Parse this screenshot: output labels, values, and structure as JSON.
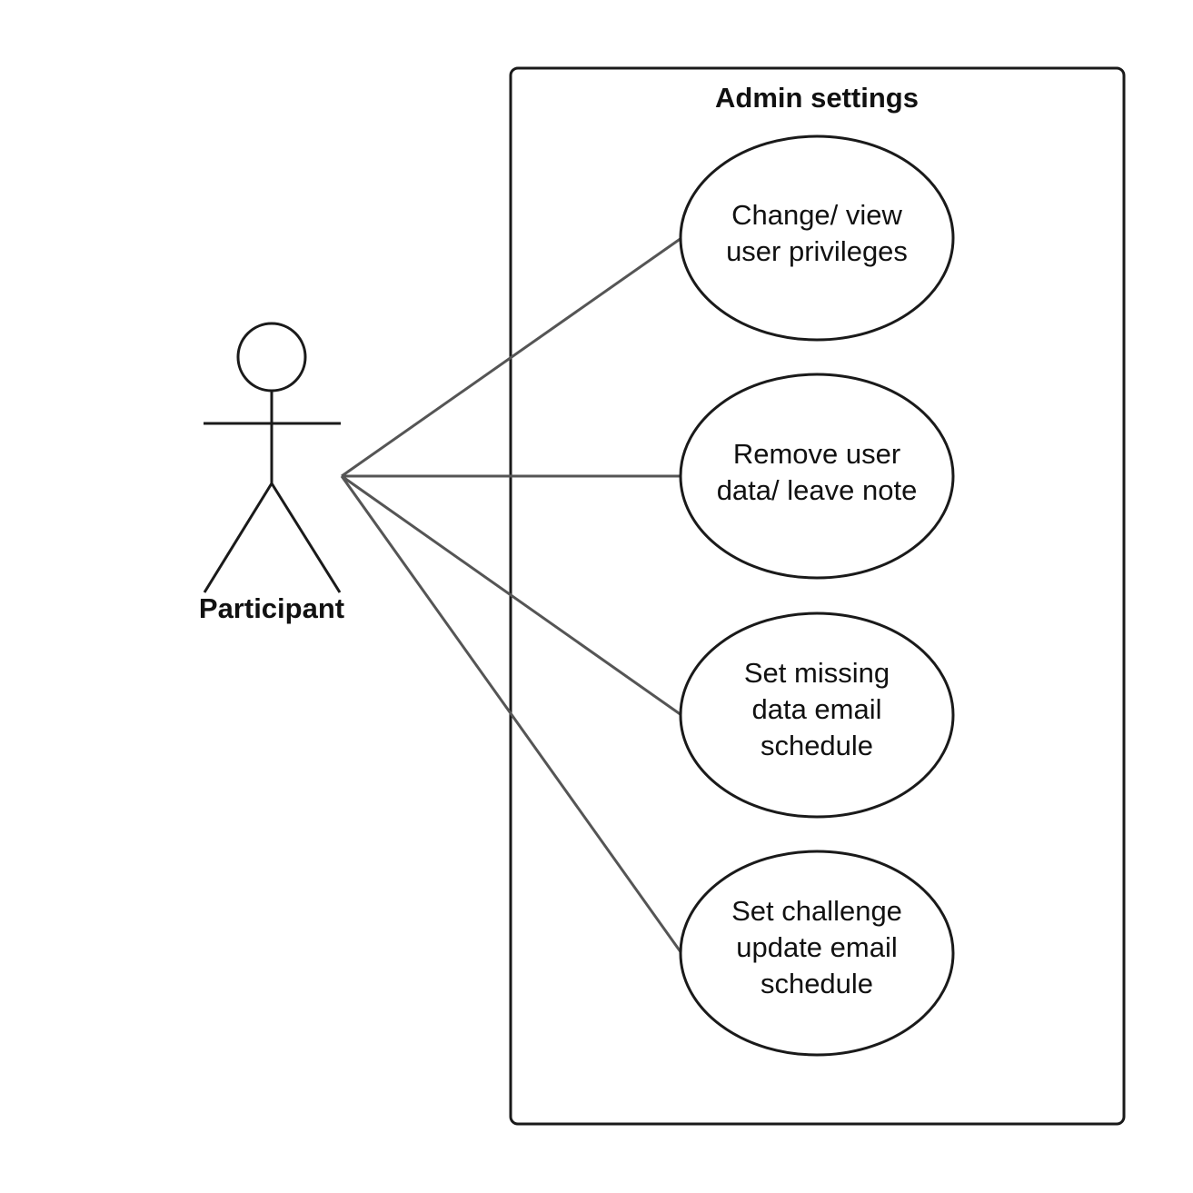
{
  "system": {
    "title": "Admin settings"
  },
  "actor": {
    "label": "Participant"
  },
  "use_cases": [
    {
      "lines": [
        "Change/ view",
        "user privileges"
      ]
    },
    {
      "lines": [
        "Remove user",
        "data/ leave note"
      ]
    },
    {
      "lines": [
        "Set missing",
        "data email",
        "schedule"
      ]
    },
    {
      "lines": [
        "Set challenge",
        "update email",
        "schedule"
      ]
    }
  ],
  "colors": {
    "stroke": "#1a1a1a",
    "association": "#555555"
  }
}
